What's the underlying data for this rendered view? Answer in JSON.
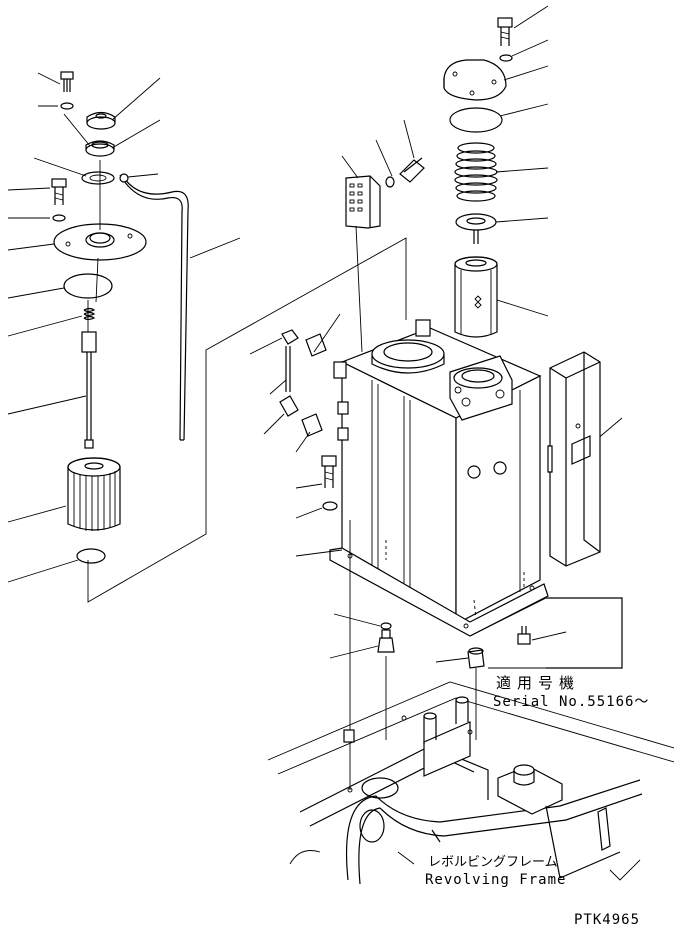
{
  "drawing": {
    "applicable_model_label": "適用号機",
    "serial_label": "Serial No.55166～",
    "frame_label_jp": "レボルビングフレーム",
    "frame_label_en": "Revolving Frame",
    "drawing_code": "PTK4965"
  }
}
